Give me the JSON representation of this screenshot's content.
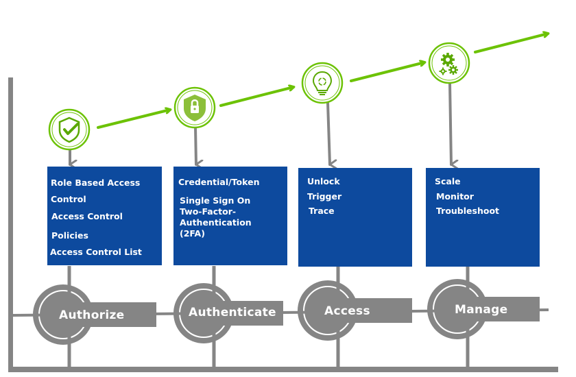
{
  "stages": [
    {
      "label": "Authorize",
      "icon": "shield-check-icon",
      "items": [
        "Role Based Access",
        "Control",
        "Access Control",
        "Policies",
        "Access Control List"
      ]
    },
    {
      "label": "Authenticate",
      "icon": "shield-lock-icon",
      "items": [
        "Credential/Token",
        "Single Sign On",
        "Two-Factor-",
        "Authentication",
        "(2FA)"
      ]
    },
    {
      "label": "Access",
      "icon": "lightbulb-icon",
      "items": [
        "Unlock",
        "Trigger",
        "Trace"
      ]
    },
    {
      "label": "Manage",
      "icon": "gears-icon",
      "items": [
        "Scale",
        "Monitor",
        "Troubleshoot"
      ]
    }
  ],
  "colors": {
    "card_blue": "#0d4a9e",
    "connector_gray": "#858585",
    "arrow_green": "#6cc204",
    "icon_green": "#5aa800"
  }
}
